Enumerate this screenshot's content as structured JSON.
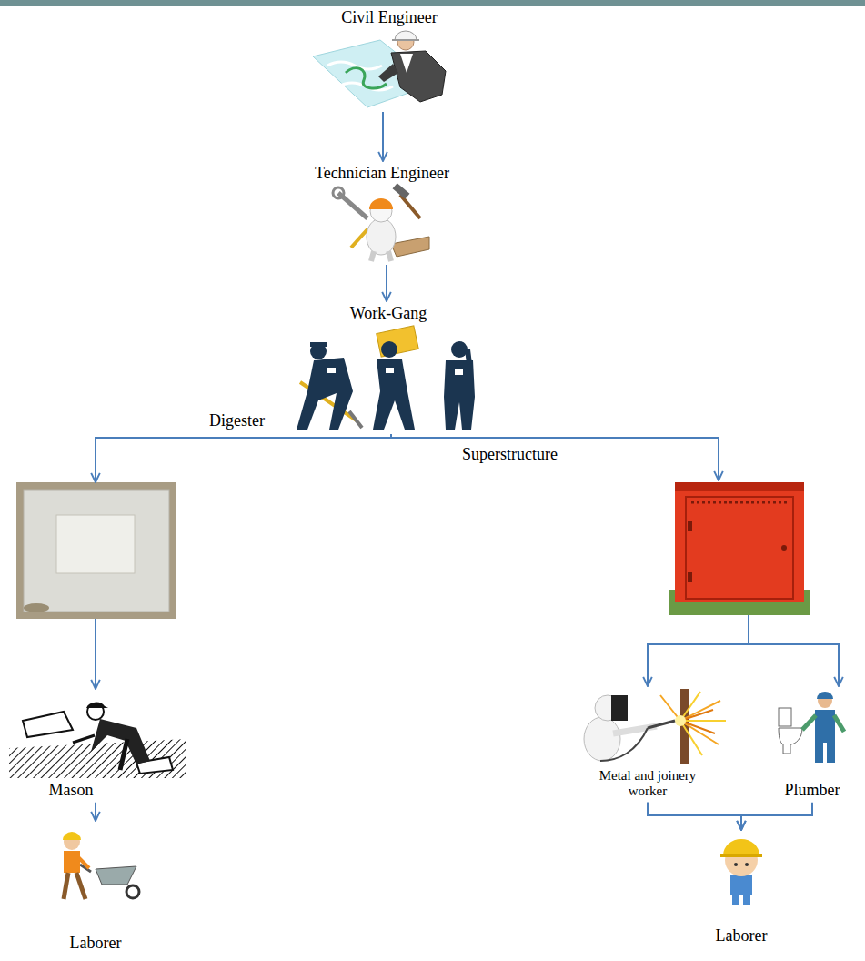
{
  "diagram": {
    "nodes": [
      {
        "text": [
          "Civil Engineer"
        ]
      },
      {
        "text": [
          "Technician Engineer"
        ]
      },
      {
        "text": [
          "Work-Gang"
        ]
      },
      {
        "text": [
          "Digester"
        ]
      },
      {
        "text": [
          "Superstructure"
        ]
      },
      {
        "text": [
          "Mason"
        ]
      },
      {
        "text": [
          "Metal and joinery worker"
        ]
      },
      {
        "text": [
          "Plumber"
        ]
      },
      {
        "text": [
          "Laborer"
        ]
      },
      {
        "text": [
          "Laborer"
        ]
      }
    ],
    "edges": [
      {
        "from": 0,
        "to": 1,
        "arrow": "to"
      },
      {
        "from": 1,
        "to": 2,
        "arrow": "to"
      },
      {
        "from": 2,
        "to": 3,
        "arrow": "to"
      },
      {
        "from": 2,
        "to": 4,
        "arrow": "to"
      },
      {
        "from": 3,
        "to": 5,
        "arrow": "to"
      },
      {
        "from": 4,
        "to": 6,
        "arrow": "to"
      },
      {
        "from": 4,
        "to": 7,
        "arrow": "to"
      },
      {
        "from": 5,
        "to": 8,
        "arrow": "to"
      },
      {
        "from": 6,
        "to": 9,
        "arrow": "to"
      },
      {
        "from": 7,
        "to": 9,
        "arrow": "to"
      }
    ]
  }
}
